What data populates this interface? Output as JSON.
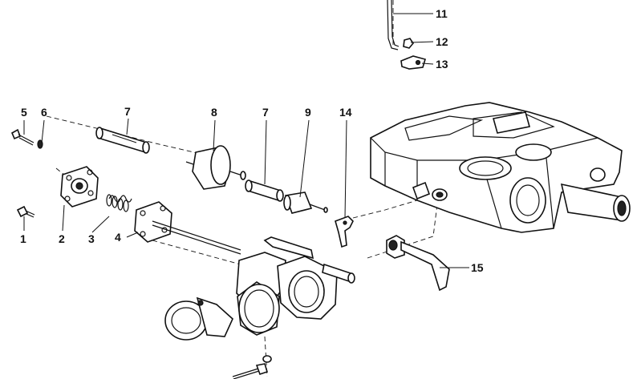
{
  "diagram": {
    "callouts": [
      "1",
      "2",
      "3",
      "4",
      "5",
      "6",
      "7",
      "7",
      "8",
      "9",
      "11",
      "12",
      "13",
      "14",
      "15"
    ]
  },
  "colors": {
    "ink": "#111111",
    "paper": "#ffffff"
  }
}
